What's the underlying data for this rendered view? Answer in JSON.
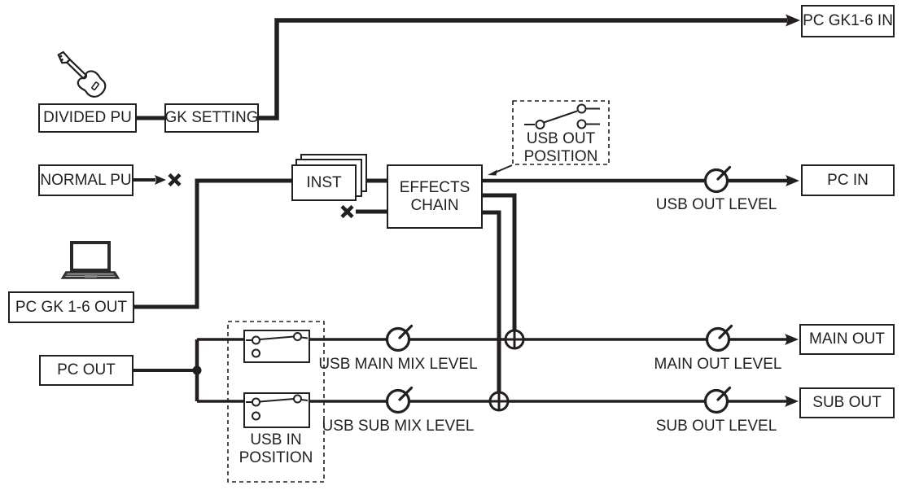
{
  "colors": {
    "line": "#231f20",
    "background": "#ffffff"
  },
  "boxes": {
    "divided_pu": "DIVIDED PU",
    "gk_setting": "GK SETTING",
    "normal_pu": "NORMAL PU",
    "inst": "INST",
    "effects_chain": "EFFECTS CHAIN",
    "pc_gk1_6_in": "PC GK1-6 IN",
    "pc_in": "PC IN",
    "main_out": "MAIN OUT",
    "sub_out": "SUB OUT",
    "pc_gk1_6_out": "PC GK 1-6 OUT",
    "pc_out": "PC OUT"
  },
  "knobs": {
    "usb_out_level": "USB OUT LEVEL",
    "usb_main_mix_level": "USB MAIN MIX LEVEL",
    "usb_sub_mix_level": "USB SUB MIX LEVEL",
    "main_out_level": "MAIN OUT LEVEL",
    "sub_out_level": "SUB OUT LEVEL"
  },
  "switch_groups": {
    "usb_out_position": "USB OUT POSITION",
    "usb_in_position": "USB IN POSITION"
  },
  "icons": {
    "guitar": "electric-guitar",
    "laptop": "laptop-computer",
    "mute": "mute-x",
    "mix_node": "mix-sum-node",
    "knob": "level-knob",
    "selector": "selector-switch"
  }
}
